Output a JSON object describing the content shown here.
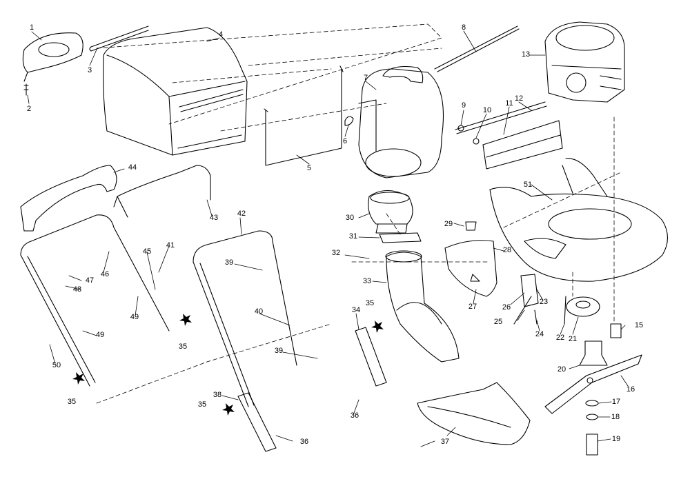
{
  "part_labels": [
    {
      "id": "p1",
      "text": "1"
    },
    {
      "id": "p2",
      "text": "2"
    },
    {
      "id": "p3",
      "text": "3"
    },
    {
      "id": "p4",
      "text": "4"
    },
    {
      "id": "p5",
      "text": "5"
    },
    {
      "id": "p6",
      "text": "6"
    },
    {
      "id": "p7",
      "text": "7"
    },
    {
      "id": "p8",
      "text": "8"
    },
    {
      "id": "p9",
      "text": "9"
    },
    {
      "id": "p10",
      "text": "10"
    },
    {
      "id": "p11",
      "text": "11"
    },
    {
      "id": "p12",
      "text": "12"
    },
    {
      "id": "p13",
      "text": "13"
    },
    {
      "id": "p15",
      "text": "15"
    },
    {
      "id": "p16",
      "text": "16"
    },
    {
      "id": "p17",
      "text": "17"
    },
    {
      "id": "p18",
      "text": "18"
    },
    {
      "id": "p19",
      "text": "19"
    },
    {
      "id": "p20",
      "text": "20"
    },
    {
      "id": "p21",
      "text": "21"
    },
    {
      "id": "p22",
      "text": "22"
    },
    {
      "id": "p23",
      "text": "23"
    },
    {
      "id": "p24",
      "text": "24"
    },
    {
      "id": "p25",
      "text": "25"
    },
    {
      "id": "p26",
      "text": "26"
    },
    {
      "id": "p27",
      "text": "27"
    },
    {
      "id": "p28",
      "text": "28"
    },
    {
      "id": "p29",
      "text": "29"
    },
    {
      "id": "p30",
      "text": "30"
    },
    {
      "id": "p31",
      "text": "31"
    },
    {
      "id": "p32",
      "text": "32"
    },
    {
      "id": "p33",
      "text": "33"
    },
    {
      "id": "p34",
      "text": "34"
    },
    {
      "id": "p35a",
      "text": "35"
    },
    {
      "id": "p35b",
      "text": "35"
    },
    {
      "id": "p35c",
      "text": "35"
    },
    {
      "id": "p35d",
      "text": "35"
    },
    {
      "id": "p36a",
      "text": "36"
    },
    {
      "id": "p36b",
      "text": "36"
    },
    {
      "id": "p37",
      "text": "37"
    },
    {
      "id": "p38",
      "text": "38"
    },
    {
      "id": "p39a",
      "text": "39"
    },
    {
      "id": "p39b",
      "text": "39"
    },
    {
      "id": "p40",
      "text": "40"
    },
    {
      "id": "p41",
      "text": "41"
    },
    {
      "id": "p42",
      "text": "42"
    },
    {
      "id": "p43",
      "text": "43"
    },
    {
      "id": "p44",
      "text": "44"
    },
    {
      "id": "p45",
      "text": "45"
    },
    {
      "id": "p46",
      "text": "46"
    },
    {
      "id": "p47",
      "text": "47"
    },
    {
      "id": "p48",
      "text": "48"
    },
    {
      "id": "p49a",
      "text": "49"
    },
    {
      "id": "p49b",
      "text": "49"
    },
    {
      "id": "p50",
      "text": "50"
    },
    {
      "id": "p51",
      "text": "51"
    }
  ]
}
